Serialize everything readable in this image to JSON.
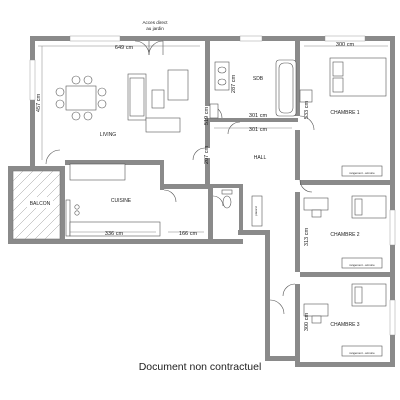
{
  "garden_access": {
    "line1": "Acces direct",
    "line2": "au jardin"
  },
  "rooms": {
    "living": "LIVING",
    "cuisine": "CUISINE",
    "balcon": "BALCON",
    "sdb": "SDB",
    "hall": "HALL",
    "chambre1": "CHAMBRE 1",
    "chambre2": "CHAMBRE 2",
    "chambre3": "CHAMBRE 3"
  },
  "dimensions": {
    "living_width": "649 cm",
    "living_depth": "457 cm",
    "chambre1_width": "300 cm",
    "chambre1_depth": "533 cm",
    "sdb_depth": "287 cm",
    "hall_width_top": "301 cm",
    "hall_width_bottom": "301 cm",
    "left_wing_depth": "519 cm",
    "hall_depth": "207 cm",
    "cuisine_width": "336 cm",
    "storage_width": "166 cm",
    "chambre2_depth": "313 cm",
    "chambre3_depth": "300 cm"
  },
  "furniture_labels": {
    "wardrobe": "rangement - armoire",
    "storage_closet": "placard"
  },
  "footer": "Document non contractuel"
}
